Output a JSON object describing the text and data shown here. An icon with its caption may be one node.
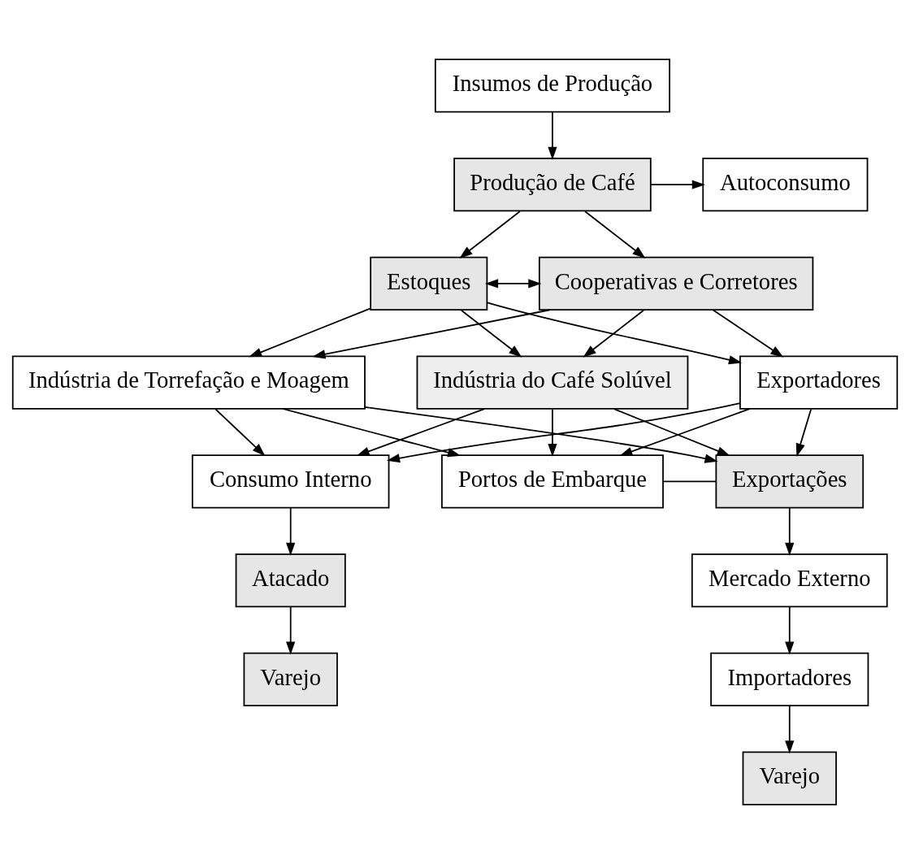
{
  "diagram": {
    "nodes": [
      {
        "text": [
          "Insumos de Produção"
        ]
      },
      {
        "text": [
          "Produção de Café"
        ]
      },
      {
        "text": [
          "Autoconsumo"
        ]
      },
      {
        "text": [
          "Estoques"
        ]
      },
      {
        "text": [
          "Cooperativas e Corretores"
        ]
      },
      {
        "text": [
          "Indústria de Torrefação e Moagem"
        ]
      },
      {
        "text": [
          "Indústria do Café Solúvel"
        ]
      },
      {
        "text": [
          "Exportadores"
        ]
      },
      {
        "text": [
          "Consumo Interno"
        ]
      },
      {
        "text": [
          "Portos de Embarque"
        ]
      },
      {
        "text": [
          "Exportações"
        ]
      },
      {
        "text": [
          "Atacado"
        ]
      },
      {
        "text": [
          "Varejo"
        ]
      },
      {
        "text": [
          "Mercado Externo"
        ]
      },
      {
        "text": [
          "Importadores"
        ]
      },
      {
        "text": [
          "Varejo"
        ]
      }
    ],
    "edges": [
      {
        "from": 0,
        "to": 1,
        "arrow": "to"
      },
      {
        "from": 1,
        "to": 2,
        "arrow": "to"
      },
      {
        "from": 1,
        "to": 3,
        "arrow": "to"
      },
      {
        "from": 1,
        "to": 4,
        "arrow": "to"
      },
      {
        "from": 3,
        "to": 4,
        "arrow": "both"
      },
      {
        "from": 3,
        "to": 5,
        "arrow": "to"
      },
      {
        "from": 3,
        "to": 6,
        "arrow": "to"
      },
      {
        "from": 3,
        "to": 7,
        "arrow": "to"
      },
      {
        "from": 4,
        "to": 5,
        "arrow": "to"
      },
      {
        "from": 4,
        "to": 6,
        "arrow": "to"
      },
      {
        "from": 4,
        "to": 7,
        "arrow": "to"
      },
      {
        "from": 5,
        "to": 8,
        "arrow": "to"
      },
      {
        "from": 5,
        "to": 9,
        "arrow": "to"
      },
      {
        "from": 5,
        "to": 10,
        "arrow": "to"
      },
      {
        "from": 6,
        "to": 8,
        "arrow": "to"
      },
      {
        "from": 6,
        "to": 9,
        "arrow": "to"
      },
      {
        "from": 6,
        "to": 10,
        "arrow": "to"
      },
      {
        "from": 7,
        "to": 8,
        "arrow": "to"
      },
      {
        "from": 7,
        "to": 9,
        "arrow": "to"
      },
      {
        "from": 7,
        "to": 10,
        "arrow": "to"
      },
      {
        "from": 9,
        "to": 10,
        "arrow": "none"
      },
      {
        "from": 8,
        "to": 11,
        "arrow": "to"
      },
      {
        "from": 11,
        "to": 12,
        "arrow": "to"
      },
      {
        "from": 10,
        "to": 13,
        "arrow": "to"
      },
      {
        "from": 13,
        "to": 14,
        "arrow": "to"
      },
      {
        "from": 14,
        "to": 15,
        "arrow": "to"
      }
    ]
  }
}
